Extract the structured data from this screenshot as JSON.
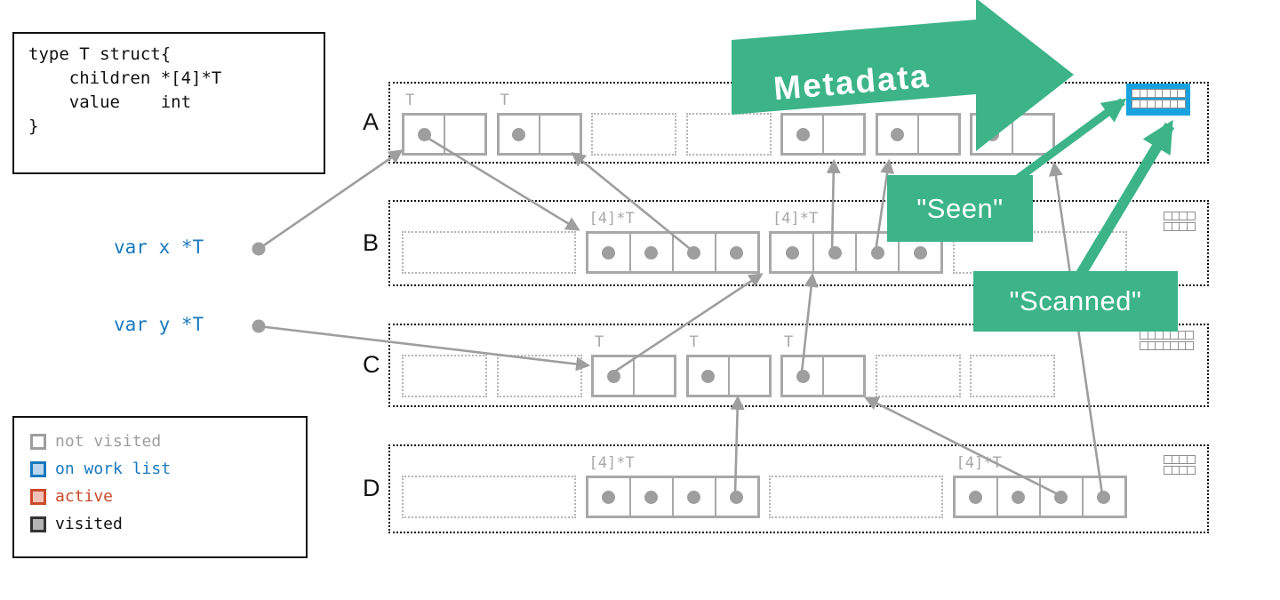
{
  "code_box": {
    "lines": [
      "type T struct{",
      "    children *[4]*T",
      "    value    int",
      "}"
    ]
  },
  "legend": {
    "items": [
      {
        "label": "not visited",
        "border": "#9e9e9e",
        "fill": "#ffffff",
        "text": "#9e9e9e"
      },
      {
        "label": "on work list",
        "border": "#1878be",
        "fill": "#bad6ec",
        "text": "#1878be"
      },
      {
        "label": "active",
        "border": "#cc4a2b",
        "fill": "#f2c3b5",
        "text": "#cc4a2b"
      },
      {
        "label": "visited",
        "border": "#333333",
        "fill": "#b5b5b5",
        "text": "#111111"
      }
    ]
  },
  "variables": [
    {
      "label": "var x *T"
    },
    {
      "label": "var y *T"
    }
  ],
  "annotations": {
    "metadata": "Metadata",
    "seen": "\"Seen\"",
    "scanned": "\"Scanned\""
  },
  "colors": {
    "green": "#3cb488",
    "work_list_blue": "#18a2e0",
    "pointer_gray": "#9e9e9e",
    "var_blue": "#1878be"
  },
  "rows": [
    {
      "label": "A",
      "slots": [
        {
          "kind": "object",
          "type_label": "T",
          "cells": [
            true,
            false
          ]
        },
        {
          "kind": "object",
          "type_label": "T",
          "cells": [
            true,
            false
          ]
        },
        {
          "kind": "free"
        },
        {
          "kind": "free"
        },
        {
          "kind": "object",
          "cells": [
            true,
            false
          ]
        },
        {
          "kind": "object",
          "cells": [
            true,
            false
          ]
        },
        {
          "kind": "object",
          "cells": [
            true,
            false
          ]
        }
      ],
      "metadata": {
        "cols": 7,
        "rows": 2,
        "highlight": true
      }
    },
    {
      "label": "B",
      "slots": [
        {
          "kind": "free",
          "wide": true
        },
        {
          "kind": "object",
          "type_label": "[4]*T",
          "cells": [
            true,
            true,
            true,
            true
          ]
        },
        {
          "kind": "object",
          "type_label": "[4]*T",
          "cells": [
            true,
            true,
            true,
            true
          ]
        },
        {
          "kind": "free",
          "wide": true
        }
      ],
      "metadata": {
        "cols": 4,
        "rows": 2,
        "highlight": false
      }
    },
    {
      "label": "C",
      "slots": [
        {
          "kind": "free"
        },
        {
          "kind": "free"
        },
        {
          "kind": "object",
          "type_label": "T",
          "cells": [
            true,
            false
          ]
        },
        {
          "kind": "object",
          "type_label": "T",
          "cells": [
            true,
            false
          ]
        },
        {
          "kind": "object",
          "type_label": "T",
          "cells": [
            true,
            false
          ]
        },
        {
          "kind": "free"
        },
        {
          "kind": "free"
        }
      ],
      "metadata": {
        "cols": 7,
        "rows": 2,
        "highlight": false
      }
    },
    {
      "label": "D",
      "slots": [
        {
          "kind": "free",
          "wide": true
        },
        {
          "kind": "object",
          "type_label": "[4]*T",
          "cells": [
            true,
            true,
            true,
            true
          ]
        },
        {
          "kind": "free",
          "wide": true
        },
        {
          "kind": "object",
          "type_label": "[4]*T",
          "cells": [
            true,
            true,
            true,
            true
          ]
        }
      ],
      "metadata": {
        "cols": 4,
        "rows": 2,
        "highlight": false
      }
    }
  ],
  "connectors": {
    "gray": [
      {
        "name": "var-x-to-A1",
        "from": [
          291,
          280
        ],
        "to": [
          451,
          170
        ],
        "dot": true
      },
      {
        "name": "var-y-to-C1",
        "from": [
          291,
          367
        ],
        "to": [
          661,
          411
        ],
        "dot": true
      },
      {
        "name": "A1-to-B-span1",
        "from": [
          476,
          152
        ],
        "to": [
          650,
          258
        ]
      },
      {
        "name": "B1c3-to-A2",
        "from": [
          780,
          283
        ],
        "to": [
          645,
          173
        ]
      },
      {
        "name": "B2c2-to-A3",
        "from": [
          936,
          283
        ],
        "to": [
          938,
          182
        ]
      },
      {
        "name": "B2c3-to-A4",
        "from": [
          985,
          283
        ],
        "to": [
          1000,
          182
        ]
      },
      {
        "name": "C1-to-B-span2",
        "from": [
          690,
          419
        ],
        "to": [
          856,
          309
        ]
      },
      {
        "name": "C3-to-B-span2",
        "from": [
          902,
          419
        ],
        "to": [
          914,
          310
        ]
      },
      {
        "name": "D1c4-to-C2",
        "from": [
          827,
          556
        ],
        "to": [
          830,
          448
        ]
      },
      {
        "name": "D2c3-to-C3",
        "from": [
          1190,
          556
        ],
        "to": [
          975,
          448
        ]
      },
      {
        "name": "D2c4-to-A5",
        "from": [
          1240,
          556
        ],
        "to": [
          1186,
          185
        ]
      }
    ],
    "green": [
      {
        "name": "seen-to-metadata",
        "from": [
          1127,
          214
        ],
        "to": [
          1263,
          114
        ],
        "width": 9
      },
      {
        "name": "scanned-to-metadata",
        "from": [
          1216,
          308
        ],
        "to": [
          1316,
          141
        ],
        "width": 12
      }
    ]
  }
}
